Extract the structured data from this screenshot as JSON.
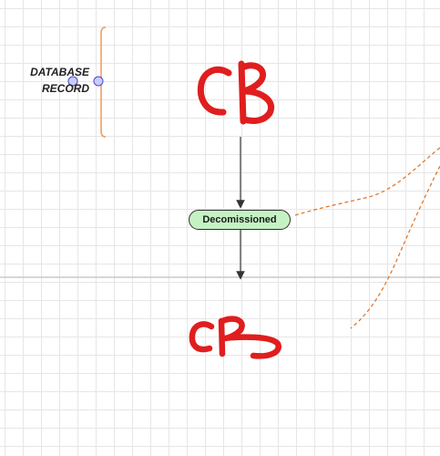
{
  "record_label": {
    "line1": "DATABASE",
    "line2": "RECORD"
  },
  "status_node": {
    "label": "Decomissioned"
  },
  "handwriting": {
    "top": "CB",
    "bottom": "CB"
  },
  "colors": {
    "ink": "#e01e1e",
    "bracket": "#f0a060",
    "dashed": "#e07a30",
    "pill_fill": "#c5f2c4",
    "handle": "#c9ccff"
  }
}
